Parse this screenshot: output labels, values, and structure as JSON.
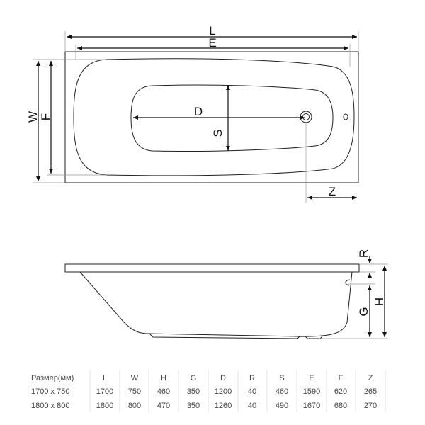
{
  "top_view": {
    "labels": {
      "L": "L",
      "E": "E",
      "W": "W",
      "F": "F",
      "D": "D",
      "S": "S",
      "Z": "Z"
    }
  },
  "side_view": {
    "labels": {
      "R": "R",
      "G": "G",
      "H": "H"
    }
  },
  "table": {
    "headers": [
      "Размер(мм)",
      "L",
      "W",
      "H",
      "G",
      "D",
      "R",
      "S",
      "E",
      "F",
      "Z"
    ],
    "rows": [
      [
        "1700 x 750",
        "1700",
        "750",
        "460",
        "350",
        "1200",
        "40",
        "460",
        "1590",
        "620",
        "265"
      ],
      [
        "1800 x 800",
        "1800",
        "800",
        "470",
        "350",
        "1260",
        "40",
        "490",
        "1670",
        "680",
        "270"
      ]
    ]
  }
}
